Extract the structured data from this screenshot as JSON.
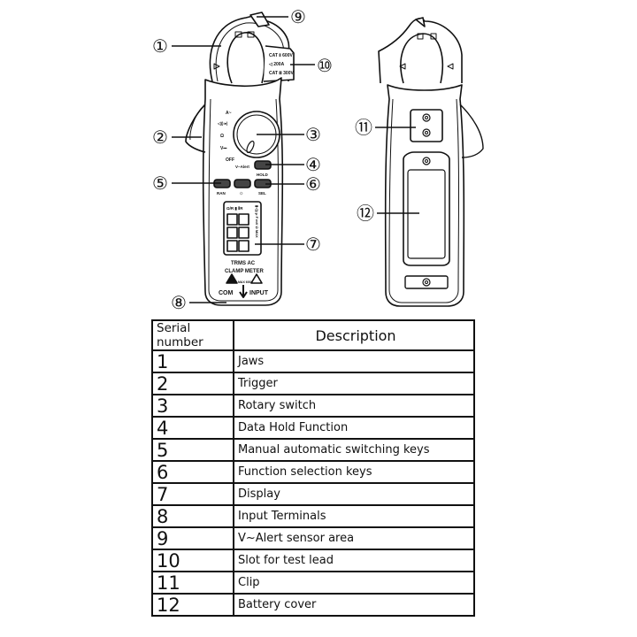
{
  "front_view": {
    "jaw_markings": [
      "CAT Ⅱ 600V",
      "◁ 200A",
      "CAT Ⅲ 300V"
    ],
    "dial_labels": [
      "A~",
      "◁)) ▸|",
      "Ω",
      "V⎓",
      "OFF"
    ],
    "alert_label": "V~Alert",
    "hold_label": "HOLD",
    "button_labels": [
      "RAN",
      "☼",
      "SEL"
    ],
    "lcd_top": "Ω/R  ▮  ⅡR",
    "lcd_side": "▮◁)) μ F mV Ω MAX",
    "product_name": [
      "TRMS AC",
      "CLAMP METER"
    ],
    "warning_text": "MAX 600V",
    "terminals": [
      "COM",
      "INPUT"
    ]
  },
  "callouts": [
    "①",
    "②",
    "③",
    "④",
    "⑤",
    "⑥",
    "⑦",
    "⑧",
    "⑨",
    "⑩",
    "⑪",
    "⑫"
  ],
  "table": {
    "headers": [
      "Serial number",
      "Description"
    ],
    "rows": [
      {
        "serial": "1",
        "description": "Jaws"
      },
      {
        "serial": "2",
        "description": "Trigger"
      },
      {
        "serial": "3",
        "description": "Rotary switch"
      },
      {
        "serial": "4",
        "description": "Data Hold Function"
      },
      {
        "serial": "5",
        "description": "Manual automatic switching keys"
      },
      {
        "serial": "6",
        "description": "Function selection keys"
      },
      {
        "serial": "7",
        "description": "Display"
      },
      {
        "serial": "8",
        "description": "Input Terminals"
      },
      {
        "serial": "9",
        "description": "V~Alert sensor area"
      },
      {
        "serial": "10",
        "description": "Slot for test lead"
      },
      {
        "serial": "11",
        "description": "Clip"
      },
      {
        "serial": "12",
        "description": "Battery cover"
      }
    ]
  }
}
